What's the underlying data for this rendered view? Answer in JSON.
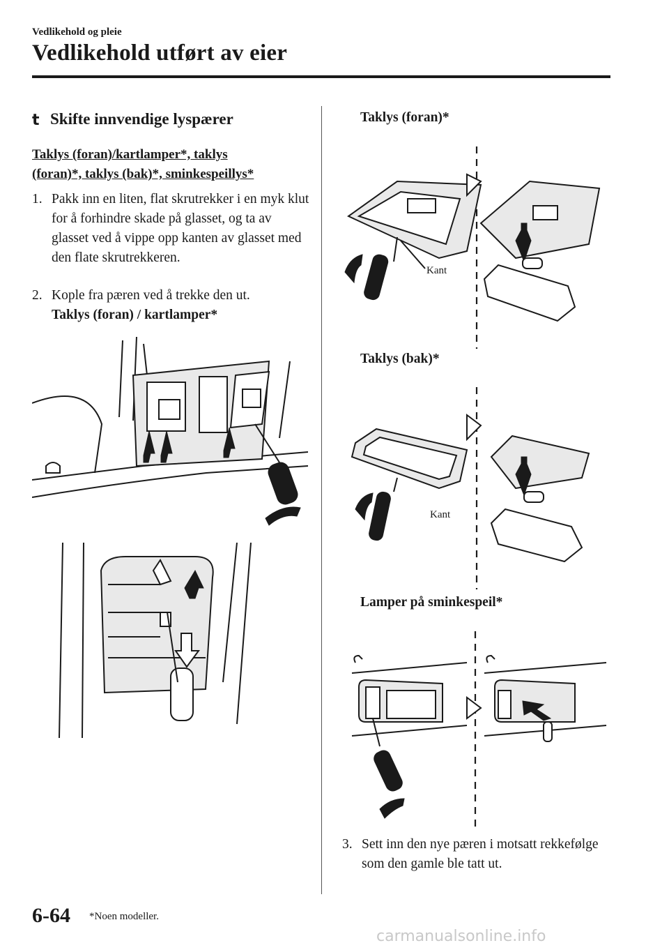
{
  "header": {
    "section": "Vedlikehold og pleie",
    "title": "Vedlikehold utført av eier"
  },
  "section_heading": {
    "bullet": "t",
    "text": "Skifte innvendige lyspærer"
  },
  "subheading": {
    "line1": "Taklys (foran)/kartlamper*, taklys",
    "line2": "(foran)*, taklys (bak)*, sminkespeillys*"
  },
  "steps": [
    {
      "num": "1.",
      "text": "Pakk inn en liten, flat skrutrekker i en myk klut for å forhindre skade på glasset, og ta av glasset ved å vippe opp kanten av glasset med den flate skrutrekkeren."
    },
    {
      "num": "2.",
      "text": "Kople fra pæren ved å trekke den ut.",
      "figure_label": "Taklys (foran) / kartlamper*"
    },
    {
      "num": "3.",
      "text": "Sett inn den nye pæren i motsatt rekkefølge som den gamle ble tatt ut."
    }
  ],
  "figures": {
    "front_light": "Taklys (foran)*",
    "rear_light": "Taklys (bak)*",
    "vanity_light": "Lamper på sminkespeil*",
    "edge_label": "Kant"
  },
  "footer": {
    "page_number": "6-64",
    "footnote": "*Noen modeller.",
    "watermark": "carmanualsonline.info"
  }
}
